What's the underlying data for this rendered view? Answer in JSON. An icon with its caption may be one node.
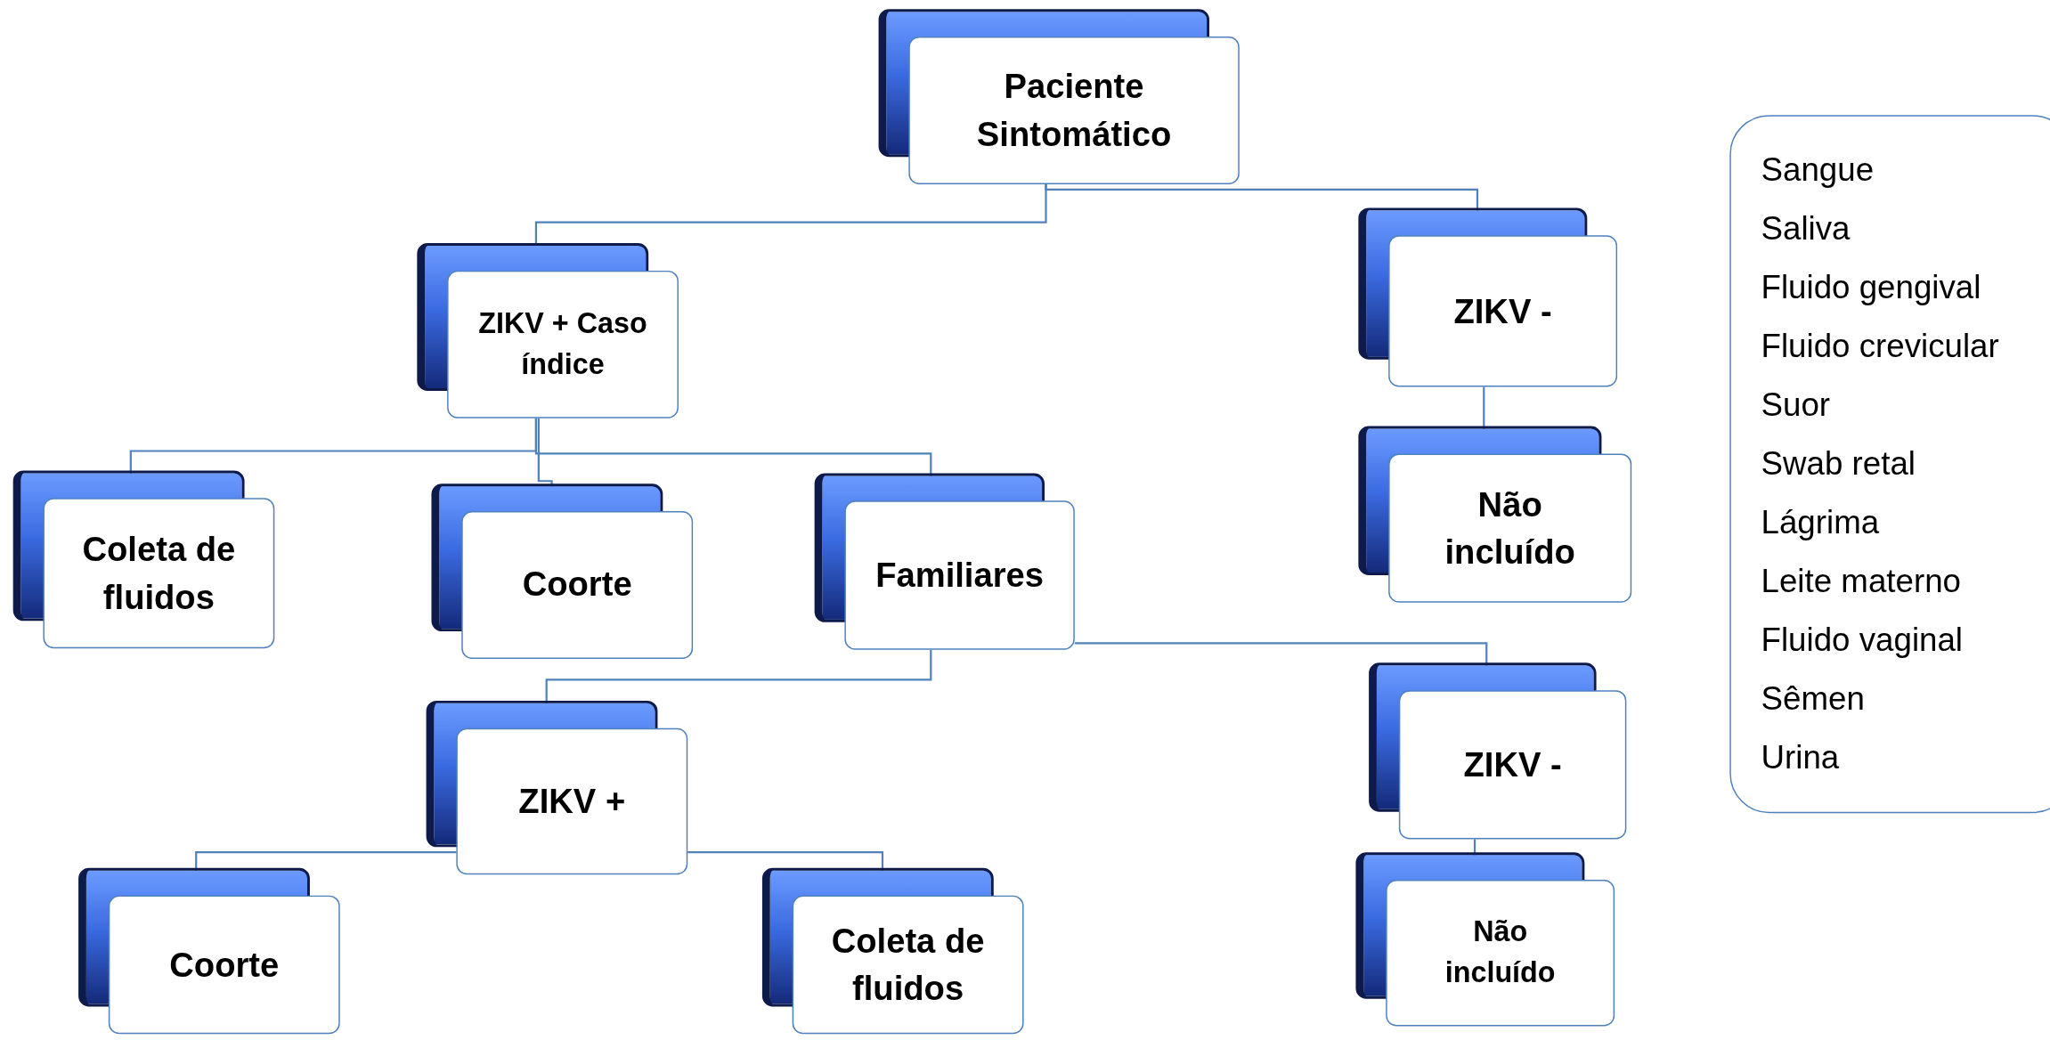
{
  "diagram": {
    "nodes": [
      {
        "text": [
          "Paciente Sintomático"
        ]
      },
      {
        "text": [
          "ZIKV + Caso índice"
        ]
      },
      {
        "text": [
          "ZIKV -"
        ]
      },
      {
        "text": [
          "Não incluído"
        ]
      },
      {
        "text": [
          "Coleta de fluidos"
        ]
      },
      {
        "text": [
          "Coorte"
        ]
      },
      {
        "text": [
          "Familiares"
        ]
      },
      {
        "text": [
          "ZIKV +"
        ]
      },
      {
        "text": [
          "ZIKV -"
        ]
      },
      {
        "text": [
          "Coorte"
        ]
      },
      {
        "text": [
          "Coleta de fluidos"
        ]
      },
      {
        "text": [
          "Não incluído"
        ]
      },
      {
        "text": [
          "Sangue",
          "Saliva",
          "Fluido gengival",
          "Fluido crevicular",
          "Suor",
          "Swab retal",
          "Lágrima",
          "Leite materno",
          "Fluido vaginal",
          "Sêmen",
          "Urina"
        ]
      }
    ],
    "edges": [
      {
        "from": 0,
        "to": 1,
        "arrow": "none"
      },
      {
        "from": 0,
        "to": 2,
        "arrow": "none"
      },
      {
        "from": 1,
        "to": 4,
        "arrow": "none"
      },
      {
        "from": 1,
        "to": 5,
        "arrow": "none"
      },
      {
        "from": 1,
        "to": 6,
        "arrow": "none"
      },
      {
        "from": 2,
        "to": 3,
        "arrow": "none"
      },
      {
        "from": 6,
        "to": 7,
        "arrow": "none"
      },
      {
        "from": 6,
        "to": 8,
        "arrow": "none"
      },
      {
        "from": 7,
        "to": 9,
        "arrow": "none"
      },
      {
        "from": 7,
        "to": 10,
        "arrow": "none"
      },
      {
        "from": 8,
        "to": 11,
        "arrow": "none"
      }
    ]
  }
}
